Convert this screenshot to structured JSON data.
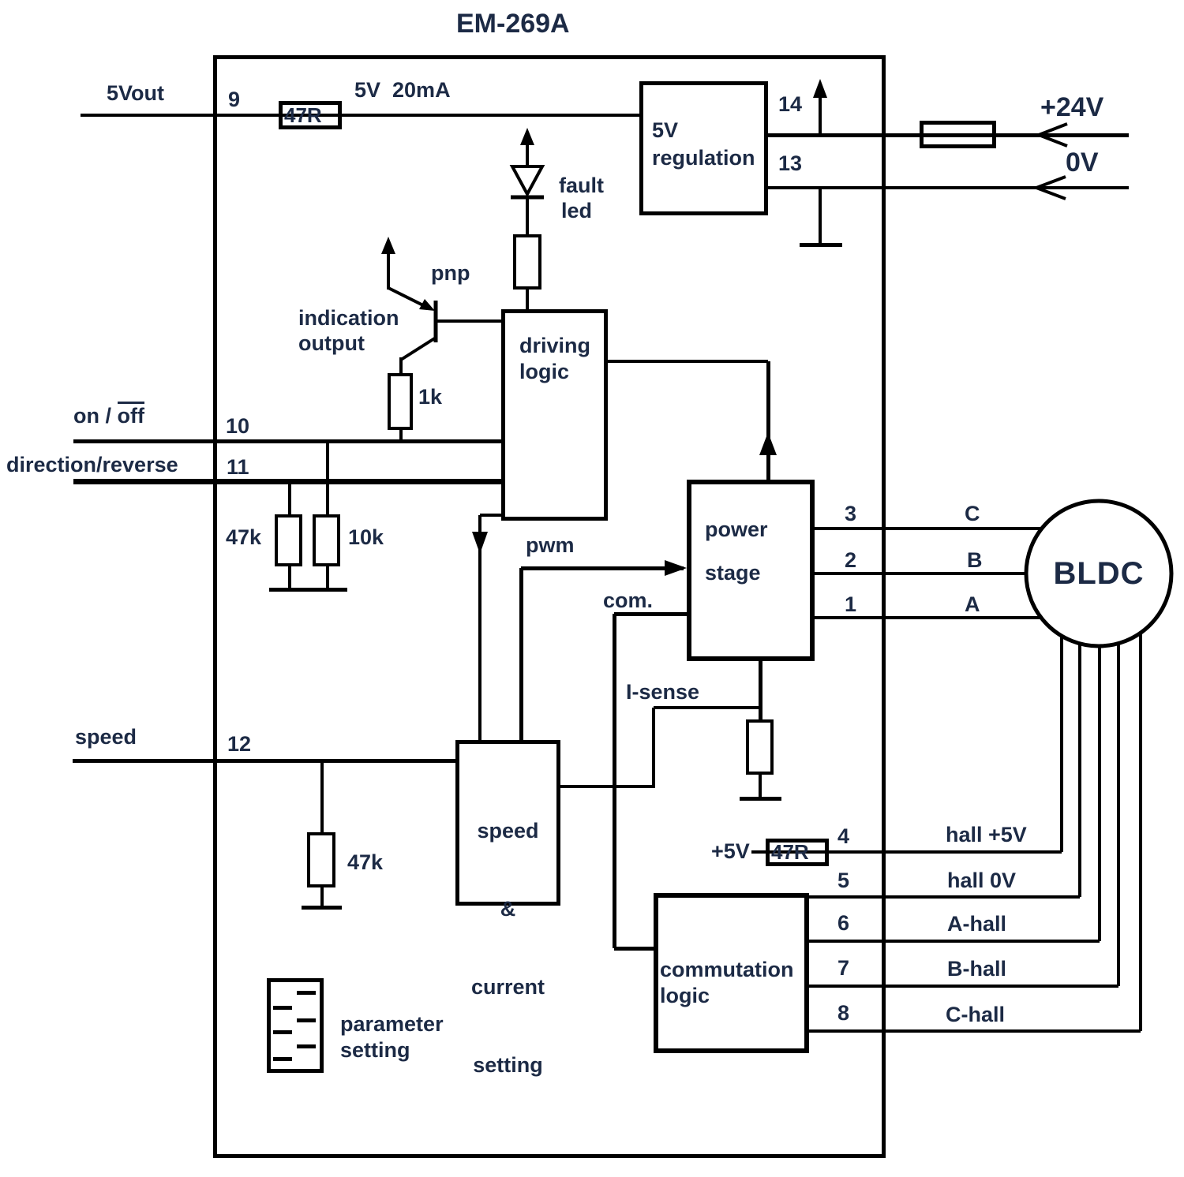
{
  "title": "EM-269A",
  "module": {
    "pin9": {
      "num": "9",
      "label": "5Vout",
      "resistor": "47R",
      "rail": "5V  20mA"
    },
    "regulator": {
      "line1": "5V",
      "line2": "regulation",
      "pin14": "14",
      "pin13": "13"
    },
    "supply": {
      "v24": "+24V",
      "v0": "0V"
    },
    "fault_led": {
      "line1": "fault",
      "line2": "led"
    },
    "indication": {
      "line1": "indication",
      "line2": "output",
      "transistor": "pnp",
      "resistor": "1k"
    },
    "driving_logic": {
      "line1": "driving",
      "line2": "logic"
    },
    "pin10": {
      "num": "10",
      "label_prefix": "on / ",
      "label_negated": "off"
    },
    "pin11": {
      "num": "11",
      "label": "direction/reverse"
    },
    "pulldowns": {
      "r1": "47k",
      "r2": "10k"
    },
    "power_stage": {
      "line1": "power",
      "line2": "stage"
    },
    "signals": {
      "pwm": "pwm",
      "com": "com.",
      "isense": "I-sense"
    },
    "phases": [
      {
        "num": "3",
        "name": "C"
      },
      {
        "num": "2",
        "name": "B"
      },
      {
        "num": "1",
        "name": "A"
      }
    ],
    "motor": "BLDC",
    "speed_input": {
      "num": "12",
      "label": "speed",
      "resistor": "47k"
    },
    "speed_block": {
      "lines": [
        "speed",
        "&",
        "current",
        "setting"
      ]
    },
    "hall": {
      "supply": "+5V",
      "resistor": "47R",
      "pins": [
        {
          "num": "4",
          "name": "hall +5V"
        },
        {
          "num": "5",
          "name": "hall 0V"
        },
        {
          "num": "6",
          "name": "A-hall"
        },
        {
          "num": "7",
          "name": "B-hall"
        },
        {
          "num": "8",
          "name": "C-hall"
        }
      ]
    },
    "commutation": {
      "line1": "commutation",
      "line2": "logic"
    },
    "parameter": {
      "line1": "parameter",
      "line2": "setting"
    }
  }
}
